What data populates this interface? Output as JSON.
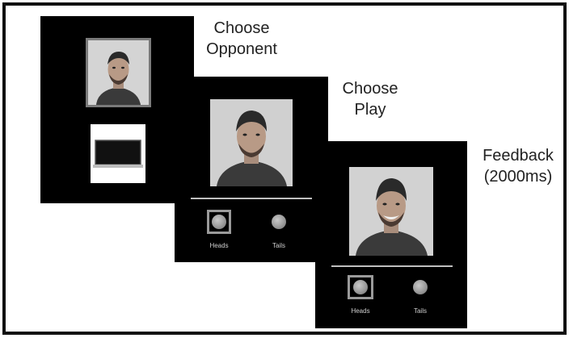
{
  "screens": [
    {
      "label_line1": "Choose",
      "label_line2": "Opponent"
    },
    {
      "label_line1": "Choose",
      "label_line2": "Play",
      "buttons": {
        "heads": "Heads",
        "tails": "Tails"
      }
    },
    {
      "label_line1": "Feedback",
      "label_line2": "(2000ms)",
      "buttons": {
        "heads": "Heads",
        "tails": "Tails"
      }
    }
  ],
  "icons": {
    "opponent_face": "face-photo",
    "computer": "laptop-icon",
    "coin": "coin-icon"
  },
  "colors": {
    "panel": "#000000",
    "frame_border": "#111111",
    "separator": "#bfbfbf",
    "selection_frame": "#9a9a9a"
  }
}
